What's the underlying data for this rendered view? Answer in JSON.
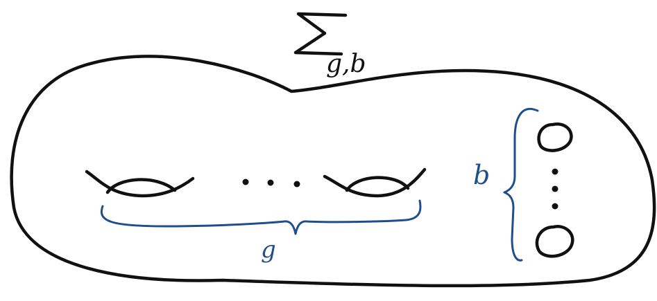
{
  "diagram": {
    "title_symbol": "Σ",
    "title_subscript": "g,b",
    "genus_label": "g",
    "boundary_label": "b",
    "ink_color": "#111111",
    "annotation_color": "#1f4e8c"
  }
}
